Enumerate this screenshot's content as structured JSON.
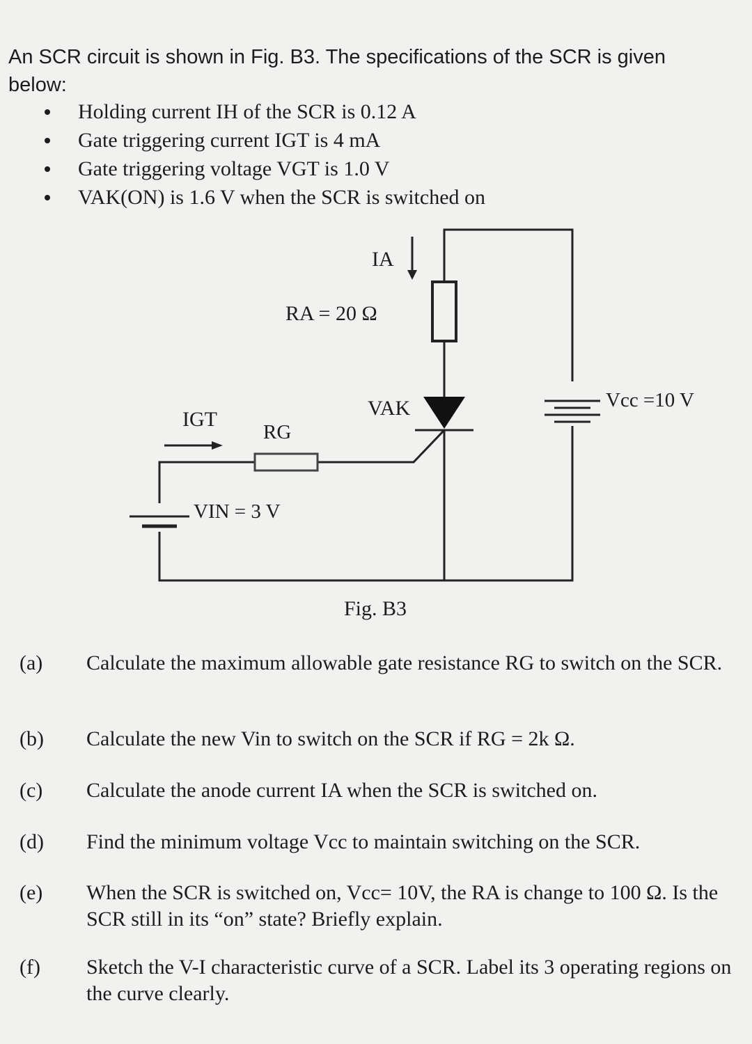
{
  "intro": "An SCR circuit is shown in Fig. B3. The specifications of the SCR is given below:",
  "specs": [
    "Holding current IH of the SCR is 0.12 A",
    "Gate triggering current IGT is 4 mA",
    "Gate triggering voltage VGT is 1.0 V",
    "VAK(ON) is 1.6 V when the SCR is switched on"
  ],
  "circuit": {
    "ia_label": "IA",
    "ra_label": "RA = 20 Ω",
    "vak_label": "VAK",
    "vcc_label": "Vcc =10 V",
    "igt_label": "IGT",
    "rg_label": "RG",
    "vin_label": "VIN = 3 V"
  },
  "figure_caption": "Fig. B3",
  "questions": [
    {
      "label": "(a)",
      "text": "Calculate the maximum allowable gate resistance RG to switch on the SCR."
    },
    {
      "label": "(b)",
      "text": "Calculate the new Vin to switch on the SCR if RG = 2k Ω."
    },
    {
      "label": "(c)",
      "text": "Calculate the anode current IA when the SCR is switched on."
    },
    {
      "label": "(d)",
      "text": "Find the minimum voltage Vcc to maintain switching on the SCR."
    },
    {
      "label": "(e)",
      "text": "When the SCR is switched on, Vcc= 10V, the RA is change to 100 Ω. Is the SCR still in its “on” state? Briefly explain."
    },
    {
      "label": "(f)",
      "text": "Sketch the V-I characteristic curve of a SCR. Label its 3 operating regions on the curve clearly."
    }
  ]
}
